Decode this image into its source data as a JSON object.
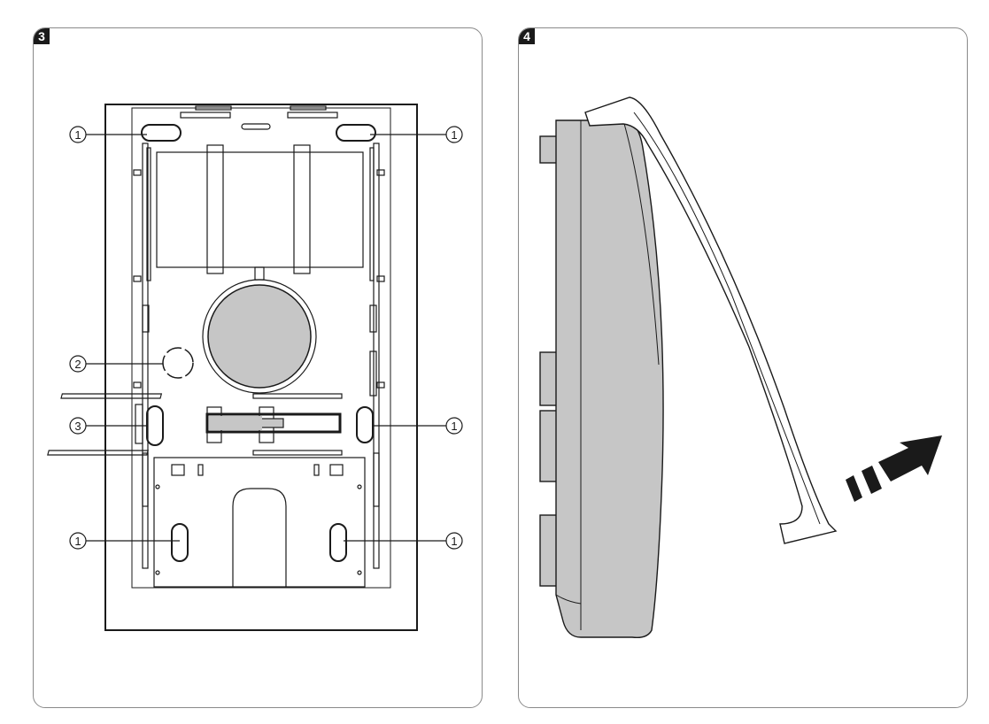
{
  "steps": {
    "left": {
      "number": "3"
    },
    "right": {
      "number": "4"
    }
  },
  "callouts": {
    "top_left": "1",
    "top_right": "1",
    "mid_left": "2",
    "lower_left": "3",
    "lower_right": "1",
    "bottom_left": "1",
    "bottom_right": "1"
  },
  "colors": {
    "line": "#1a1a1a",
    "gray_fill": "#c6c6c6",
    "panel_border": "#8a8a8a"
  }
}
